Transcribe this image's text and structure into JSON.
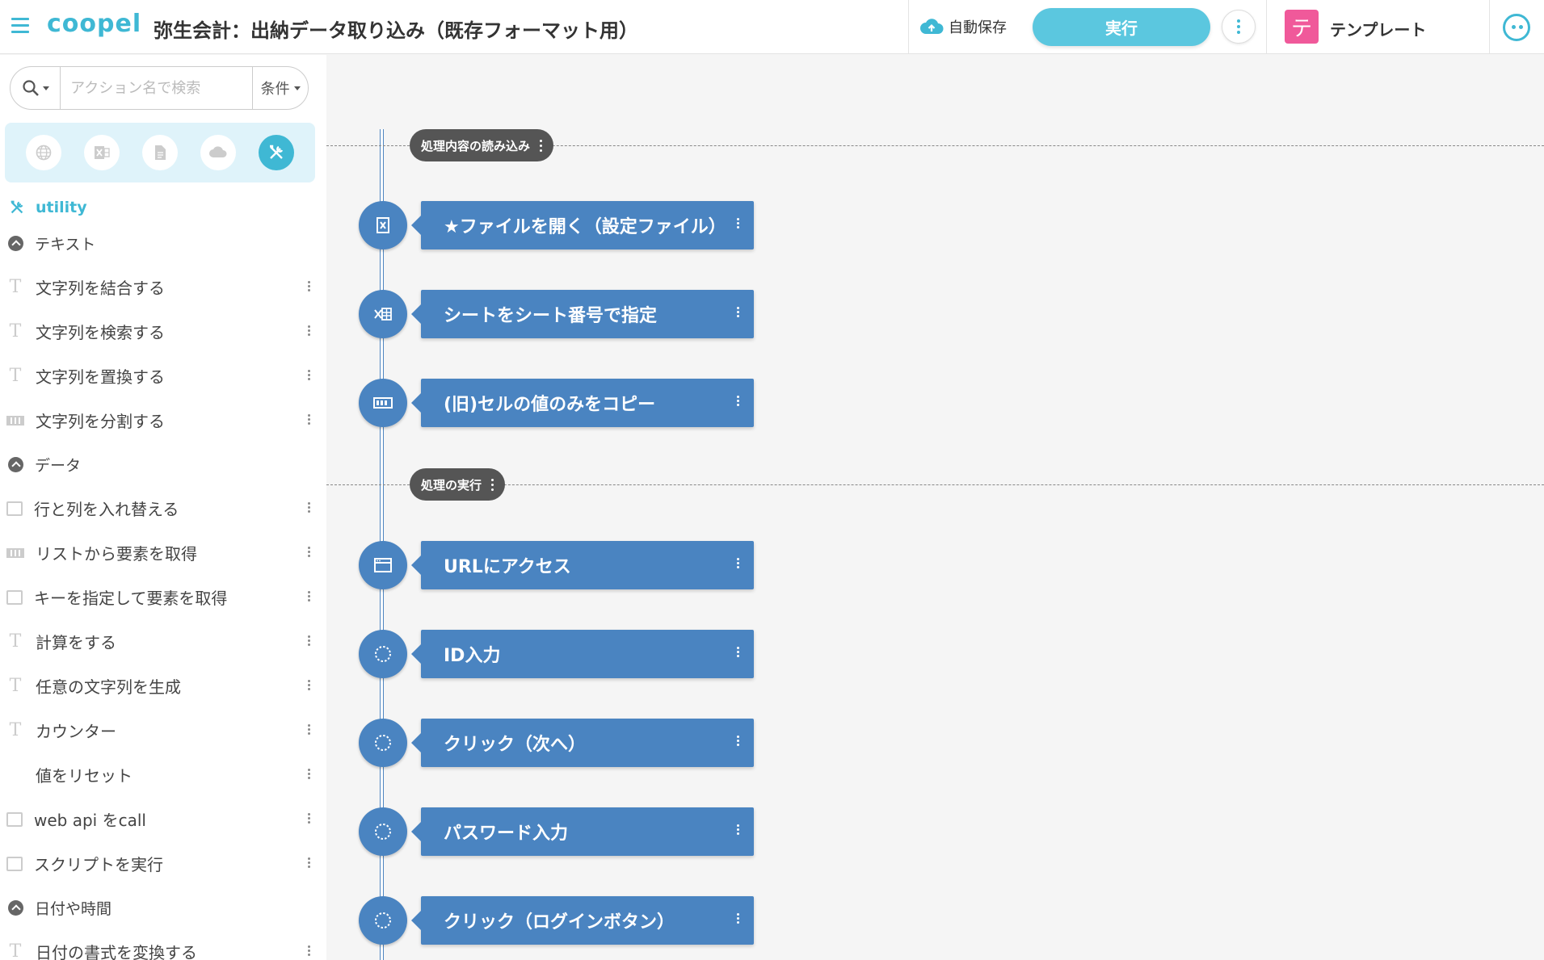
{
  "header": {
    "logo": "coopel",
    "title": "弥生会計：出納データ取り込み（既存フォーマット用）",
    "autosave_label": "自動保存",
    "run_label": "実行",
    "template_avatar": "テ",
    "template_label": "テンプレート"
  },
  "sidebar": {
    "search_placeholder": "アクション名で検索",
    "condition_label": "条件",
    "categories": [
      {
        "icon": "globe-icon",
        "active": false
      },
      {
        "icon": "excel-icon",
        "active": false
      },
      {
        "icon": "document-icon",
        "active": false
      },
      {
        "icon": "cloud-icon",
        "active": false
      },
      {
        "icon": "tools-icon",
        "active": true
      }
    ],
    "section_title": "utility",
    "groups": {
      "text": "テキスト",
      "data": "データ",
      "datetime": "日付や時間"
    },
    "items": [
      {
        "label": "文字列を結合する",
        "icon": "T"
      },
      {
        "label": "文字列を検索する",
        "icon": "T"
      },
      {
        "label": "文字列を置換する",
        "icon": "T"
      },
      {
        "label": "文字列を分割する",
        "icon": "strip"
      },
      {
        "label": "行と列を入れ替える",
        "icon": "box"
      },
      {
        "label": "リストから要素を取得",
        "icon": "strip"
      },
      {
        "label": "キーを指定して要素を取得",
        "icon": "box"
      },
      {
        "label": "計算をする",
        "icon": "T"
      },
      {
        "label": "任意の文字列を生成",
        "icon": "T"
      },
      {
        "label": "カウンター",
        "icon": "T"
      },
      {
        "label": "値をリセット",
        "icon": "none"
      },
      {
        "label": "web api をcall",
        "icon": "box"
      },
      {
        "label": "スクリプトを実行",
        "icon": "box"
      },
      {
        "label": "日付の書式を変換する",
        "icon": "T"
      }
    ]
  },
  "canvas": {
    "sections": [
      {
        "label": "処理内容の読み込み"
      },
      {
        "label": "処理の実行"
      }
    ],
    "steps": [
      {
        "label": "★ファイルを開く（設定ファイル）",
        "icon": "excel-file-icon"
      },
      {
        "label": "シートをシート番号で指定",
        "icon": "excel-sheet-icon"
      },
      {
        "label": "(旧)セルの値のみをコピー",
        "icon": "cells-icon"
      },
      {
        "label": "URLにアクセス",
        "icon": "browser-window-icon"
      },
      {
        "label": "ID入力",
        "icon": "dotted-circle-icon"
      },
      {
        "label": "クリック（次へ）",
        "icon": "dotted-circle-icon"
      },
      {
        "label": "パスワード入力",
        "icon": "dotted-circle-icon"
      },
      {
        "label": "クリック（ログインボタン）",
        "icon": "dotted-circle-icon"
      }
    ]
  }
}
